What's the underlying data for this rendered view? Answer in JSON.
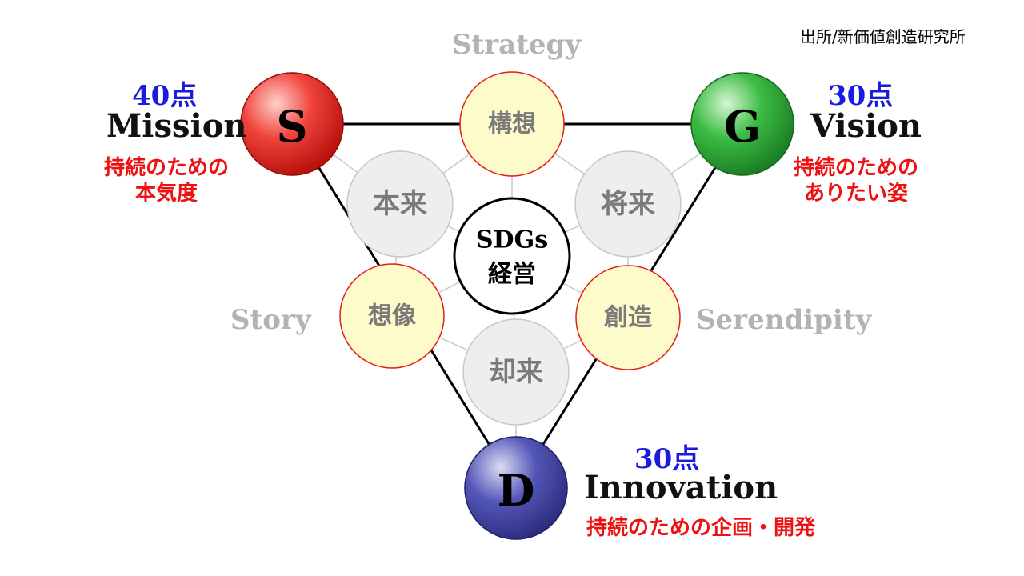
{
  "source": "出所/新価値創造研究所",
  "sections": {
    "strategy": "Strategy",
    "story": "Story",
    "serendipity": "Serendipity"
  },
  "corners": {
    "s": {
      "letter": "S",
      "score": "40点",
      "role": "Mission",
      "desc_line1": "持続のための",
      "desc_line2": "本気度",
      "color": "#e8231f"
    },
    "g": {
      "letter": "G",
      "score": "30点",
      "role": "Vision",
      "desc_line1": "持続のための",
      "desc_line2": "ありたい姿",
      "color": "#2ea83a"
    },
    "d": {
      "letter": "D",
      "score": "30点",
      "role": "Innovation",
      "desc_line1": "持続のための企画・開発",
      "color": "#3d3fa3"
    }
  },
  "nodes": {
    "kousou": "構想",
    "souzou": "想像",
    "souzou2": "創造",
    "honrai": "本来",
    "shourai": "将来",
    "kyakurai": "却来",
    "center_line1": "SDGs",
    "center_line2": "経営"
  },
  "colors": {
    "yellow_fill": "#fdfbc9",
    "yellow_stroke": "#e31c1c",
    "gray_fill": "#eeeeee",
    "gray_stroke": "#c8c8c8",
    "node_text": "#7a7a7a"
  }
}
